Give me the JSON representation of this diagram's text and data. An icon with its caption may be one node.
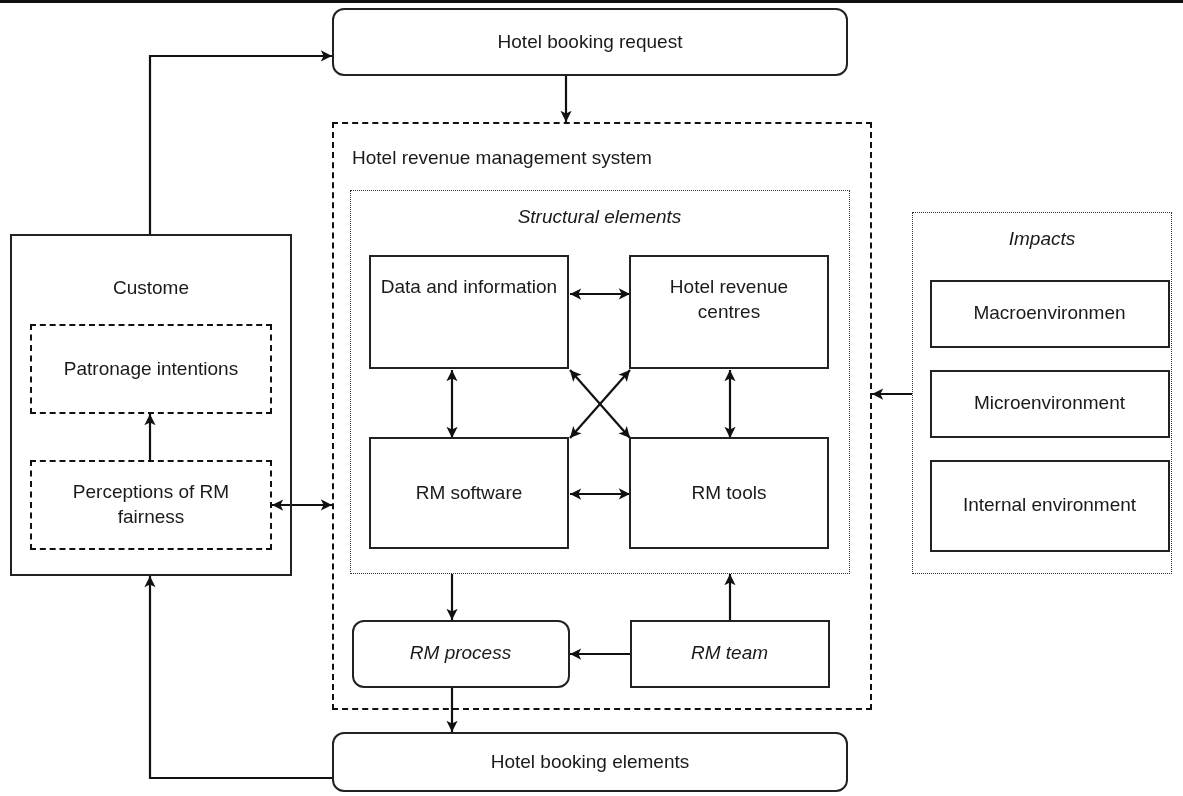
{
  "diagram": {
    "nodes": [
      {
        "text": [
          "Hotel booking request"
        ]
      },
      {
        "text": [
          "Custome"
        ]
      },
      {
        "text": [
          "Patronage intentions"
        ],
        "in": 1
      },
      {
        "text": [
          "Perceptions of RM fairness"
        ],
        "in": 1
      },
      {
        "text": [
          "Hotel revenue management system"
        ]
      },
      {
        "text": [
          "Structural elements"
        ],
        "in": 4
      },
      {
        "text": [
          "Data and information"
        ],
        "in": 5
      },
      {
        "text": [
          "Hotel revenue centres"
        ],
        "in": 5
      },
      {
        "text": [
          "RM software"
        ],
        "in": 5
      },
      {
        "text": [
          "RM tools"
        ],
        "in": 5
      },
      {
        "text": [
          "RM process"
        ],
        "in": 4
      },
      {
        "text": [
          "RM team"
        ],
        "in": 4
      },
      {
        "text": [
          "Impacts"
        ]
      },
      {
        "text": [
          "Macroenvironmen"
        ],
        "in": 12
      },
      {
        "text": [
          "Microenvironment"
        ],
        "in": 12
      },
      {
        "text": [
          "Internal environment"
        ],
        "in": 12
      },
      {
        "text": [
          "Hotel booking elements"
        ]
      }
    ],
    "edges": [
      {
        "from": 1,
        "to": 0,
        "arrow": "to"
      },
      {
        "from": 0,
        "to": 4,
        "arrow": "to"
      },
      {
        "from": 6,
        "to": 7,
        "arrow": "both"
      },
      {
        "from": 6,
        "to": 8,
        "arrow": "both"
      },
      {
        "from": 7,
        "to": 9,
        "arrow": "both"
      },
      {
        "from": 6,
        "to": 9,
        "arrow": "both"
      },
      {
        "from": 7,
        "to": 8,
        "arrow": "both"
      },
      {
        "from": 8,
        "to": 9,
        "arrow": "both"
      },
      {
        "from": 3,
        "to": 2,
        "arrow": "to"
      },
      {
        "from": 3,
        "to": 4,
        "arrow": "both"
      },
      {
        "from": 12,
        "to": 4,
        "arrow": "to"
      },
      {
        "from": 5,
        "to": 10,
        "arrow": "to"
      },
      {
        "from": 11,
        "to": 5,
        "arrow": "to"
      },
      {
        "from": 11,
        "to": 10,
        "arrow": "to"
      },
      {
        "from": 10,
        "to": 16,
        "arrow": "to"
      },
      {
        "from": 16,
        "to": 1,
        "arrow": "to"
      }
    ]
  }
}
